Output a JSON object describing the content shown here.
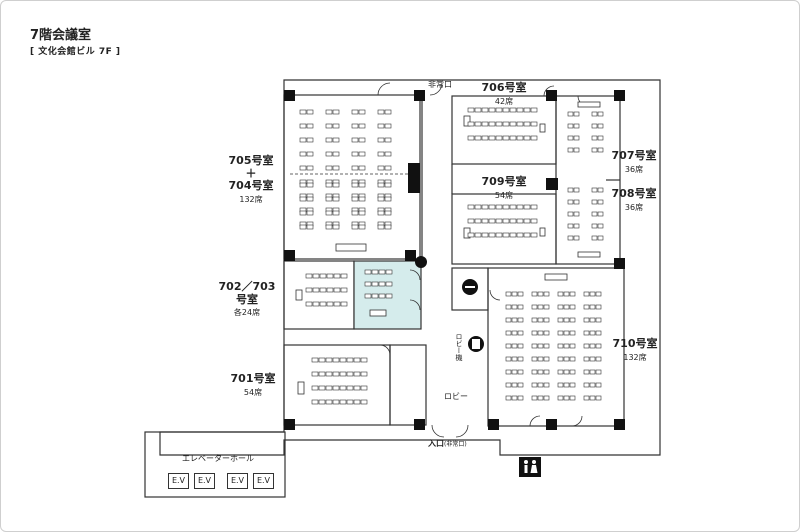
{
  "header": {
    "title": "7階会議室",
    "subtitle": "[ 文化会館ビル 7F ]"
  },
  "rooms": {
    "r706": {
      "name": "706号室",
      "seats": "42席"
    },
    "r709": {
      "name": "709号室",
      "seats": "54席"
    },
    "r707": {
      "name": "707号室",
      "seats": "36席"
    },
    "r708": {
      "name": "708号室",
      "seats": "36席"
    },
    "r705": {
      "line1": "705号室",
      "plus": "＋",
      "line2": "704号室",
      "seats": "132席"
    },
    "r702": {
      "line1": "702／703",
      "line2": "号室",
      "seats": "各24席"
    },
    "r701": {
      "name": "701号室",
      "seats": "54席"
    },
    "r710": {
      "name": "710号室",
      "seats": "132席"
    }
  },
  "labels": {
    "emergency_exit": "非常口",
    "lobby": "ロビー",
    "lobby_vertical": "ロビー機",
    "entrance": "入口",
    "entrance_note": "(非常口)",
    "elevator_hall": "エレベーターホール",
    "elevators": [
      "E.V",
      "E.V",
      "E.V",
      "E.V"
    ]
  },
  "icons": [
    "smoking-area-icon",
    "vending-machine-icon",
    "restroom-icon"
  ],
  "colors": {
    "highlight_room": "#d5ecec",
    "wall": "#333333",
    "pillar": "#111111"
  }
}
